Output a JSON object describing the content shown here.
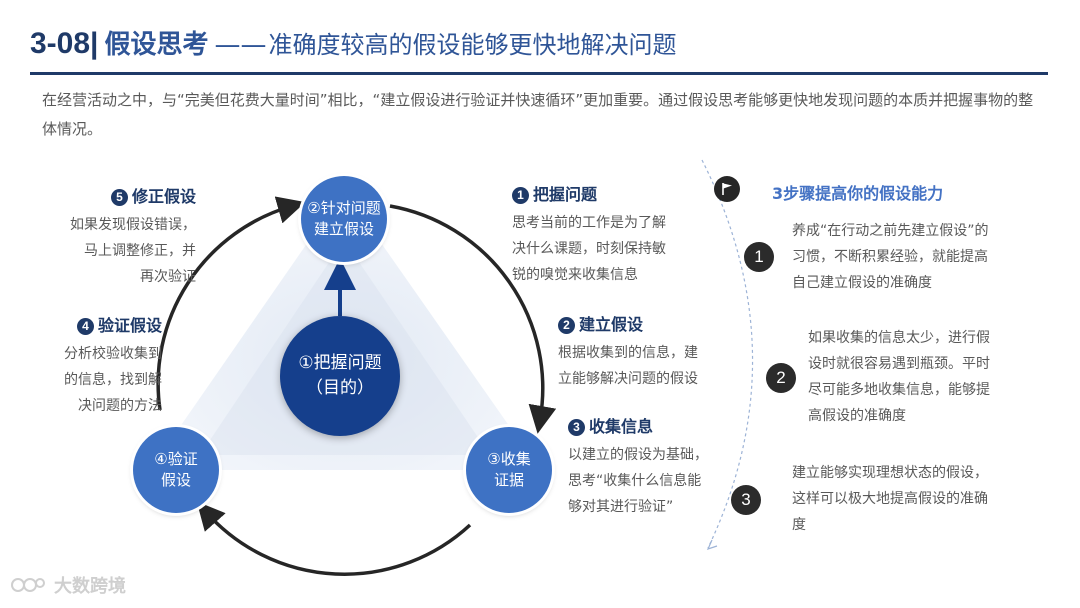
{
  "header": {
    "number": "3-08|",
    "title": "假设思考",
    "separator": "——",
    "subtitle": "准确度较高的假设能够更快地解决问题"
  },
  "intro": "在经营活动之中，与“完美但花费大量时间”相比，“建立假设进行验证并快速循环”更加重要。通过假设思考能够更快地发现问题的本质并把握事物的整体情况。",
  "diagram": {
    "center": [
      "①把握问题",
      "（目的）"
    ],
    "node_top": [
      "②针对问题",
      "建立假设"
    ],
    "node_left": [
      "④验证",
      "假设"
    ],
    "node_right": [
      "③收集",
      "证据"
    ]
  },
  "steps": [
    {
      "badge": "1",
      "title": "把握问题",
      "lines": [
        "思考当前的工作是为了解",
        "决什么课题，时刻保持敏",
        "锐的嗅觉来收集信息"
      ]
    },
    {
      "badge": "2",
      "title": "建立假设",
      "lines": [
        "根据收集到的信息，建",
        "立能够解决问题的假设"
      ]
    },
    {
      "badge": "3",
      "title": "收集信息",
      "lines": [
        "以建立的假设为基础，",
        "思考“收集什么信息能",
        "够对其进行验证”"
      ]
    },
    {
      "badge": "4",
      "title": "验证假设",
      "lines": [
        "分析校验收集到",
        "的信息，找到解",
        "决问题的方法"
      ]
    },
    {
      "badge": "5",
      "title": "修正假设",
      "lines": [
        "如果发现假设错误，",
        "马上调整修正，并",
        "再次验证"
      ]
    }
  ],
  "right_panel": {
    "title": "3步骤提高你的假设能力",
    "icon": "flag-icon",
    "items": [
      {
        "num": "1",
        "lines": [
          "养成“在行动之前先建立假设”的",
          "习惯，不断积累经验，就能提高",
          "自己建立假设的准确度"
        ]
      },
      {
        "num": "2",
        "lines": [
          "如果收集的信息太少，进行假",
          "设时就很容易遇到瓶颈。平时",
          "尽可能多地收集信息，能够提",
          "高假设的准确度"
        ]
      },
      {
        "num": "3",
        "lines": [
          "建立能够实现理想状态的假设，",
          "这样可以极大地提高假设的准确",
          "度"
        ]
      }
    ]
  },
  "watermark": "大数跨境",
  "colors": {
    "dark_blue": "#1f3a68",
    "mid_blue": "#3e72c4",
    "center_blue": "#153f8c",
    "accent": "#4472c4"
  }
}
